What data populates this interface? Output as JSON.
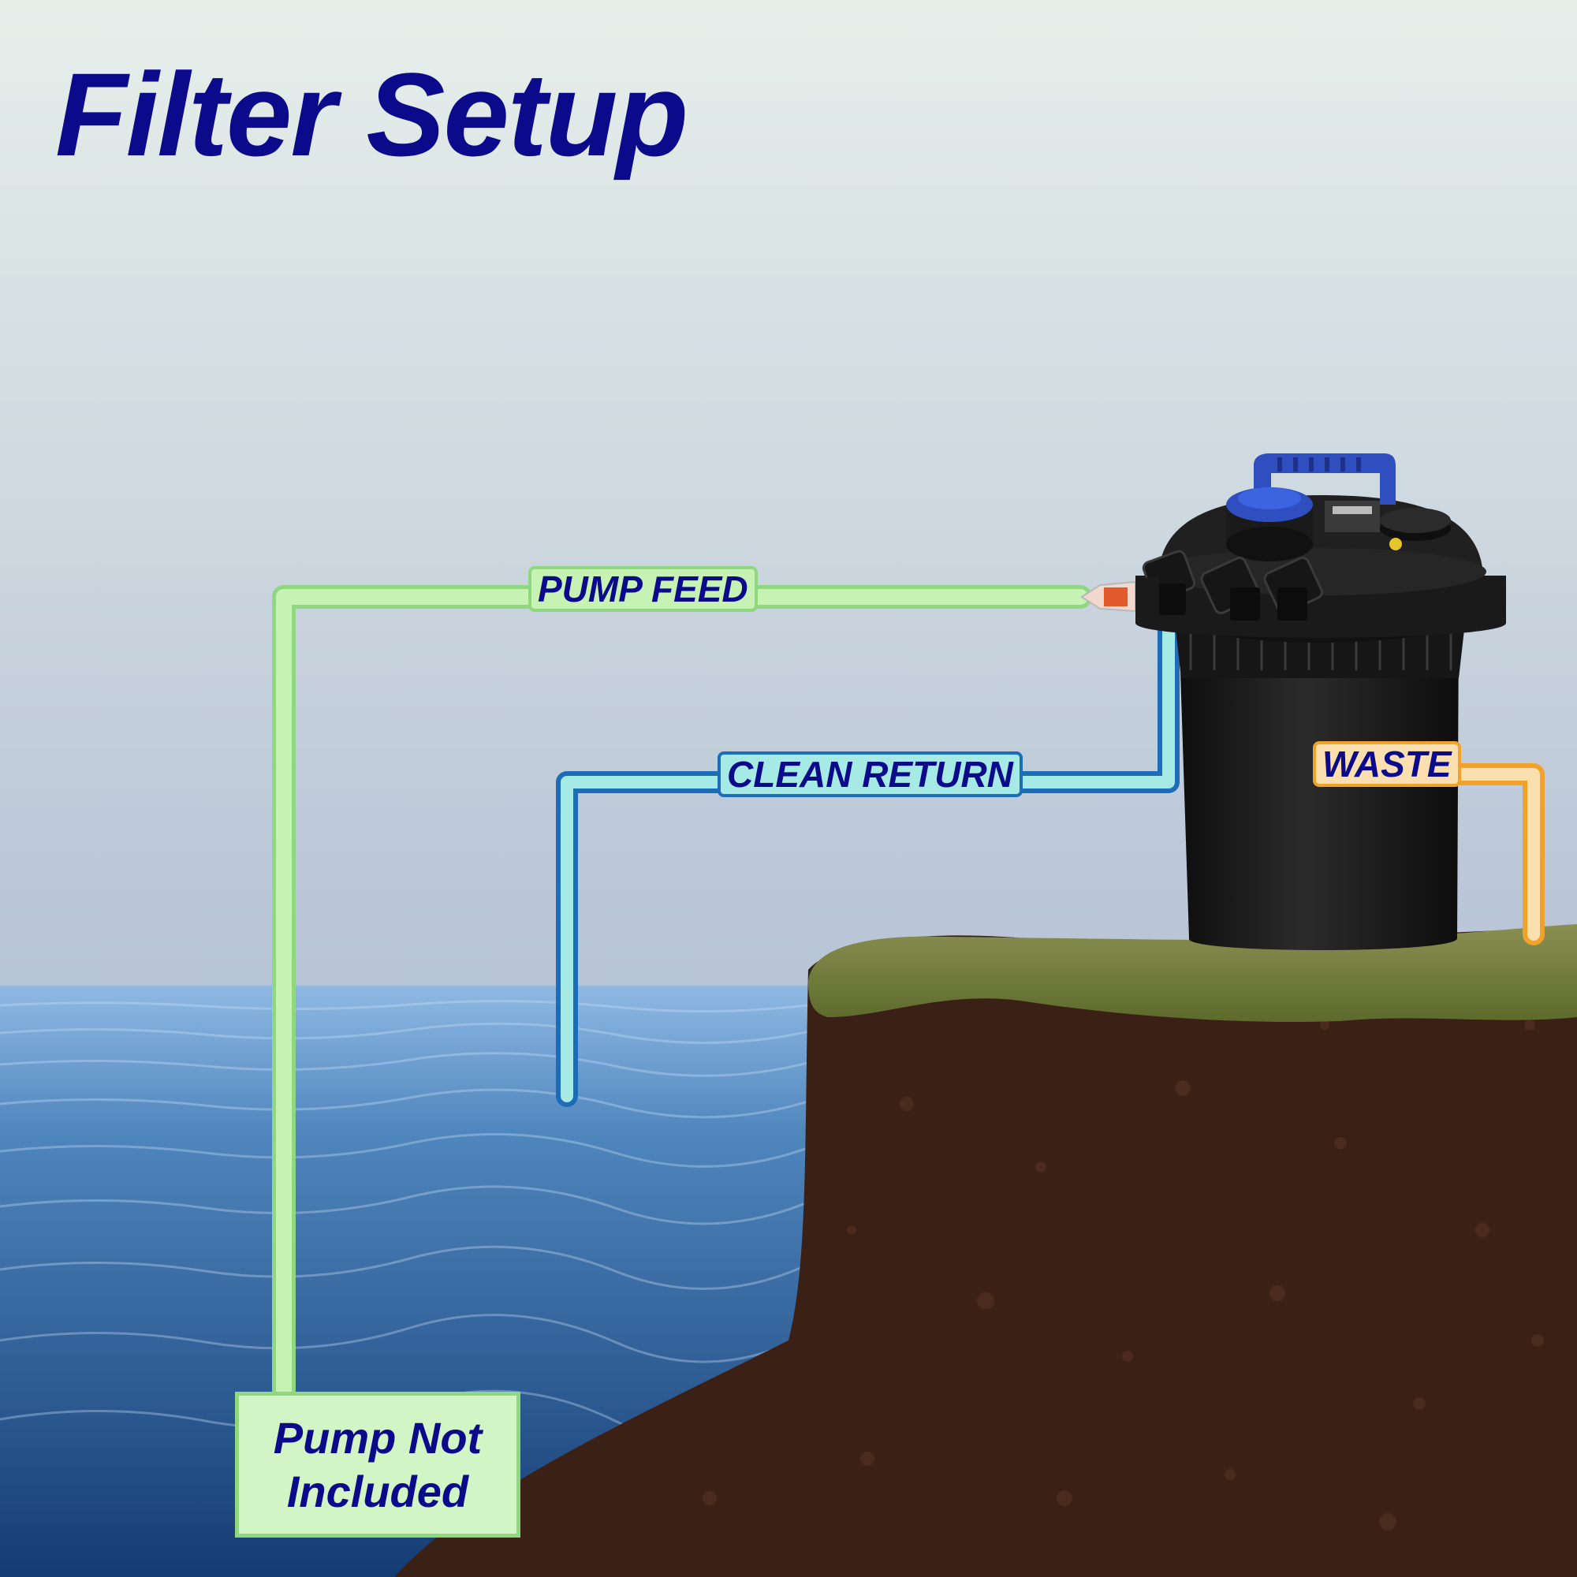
{
  "title": "Filter Setup",
  "labels": {
    "pump_feed": "PUMP FEED",
    "clean_return": "CLEAN RETURN",
    "waste": "WASTE"
  },
  "pump_box": {
    "line1": "Pump Not",
    "line2": "Included"
  },
  "colors": {
    "title": "#0b0a8a",
    "label_text": "#0b0a8a",
    "pump_feed_pipe": "#c6f2b4",
    "pump_feed_border": "#8fd880",
    "clean_return_pipe": "#a6eae6",
    "clean_return_border": "#1c6cb8",
    "waste_pipe": "#fbdfae",
    "waste_border": "#f0a22a",
    "water": "#2f6aa3",
    "soil": "#3b2016",
    "grass": "#6f7a3e",
    "filter_body": "#1b1b1b",
    "filter_handle": "#2f4fc0"
  },
  "icons": [
    "pond-filter-icon",
    "water-icon",
    "soil-icon",
    "grass-icon"
  ]
}
